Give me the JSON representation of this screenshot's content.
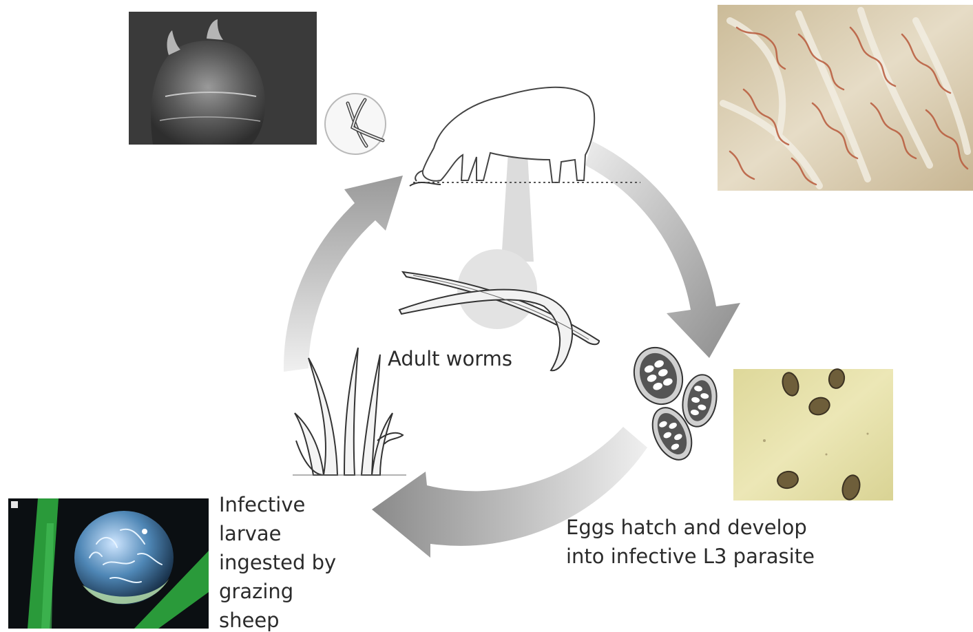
{
  "labels": {
    "adult_worms": "Adult worms",
    "eggs_hatch": "Eggs hatch and develop\ninto infective L3 parasite",
    "infective_larvae": "Infective\nlarvae\ningested by\ngrazing\nsheep"
  },
  "colors": {
    "arrow_gradient_light": "#e9e9e9",
    "arrow_gradient_dark": "#8a8a8a",
    "sem_photo_bg": "#3c3c3c",
    "abomasum_photo_base": "#d8c9a8",
    "abomasum_worm_color": "#b85a3c",
    "egg_micrograph_bg": "#e2dda0",
    "larvae_photo_bg": "#0b0f12",
    "larvae_grass_green": "#2a9a3a",
    "larvae_droplet_blue": "#7fb0d8"
  },
  "icons": {
    "sem_photo": "sem-worm-head-photo",
    "abomasum_photo": "worms-in-abomasum-photo",
    "egg_photo": "egg-micrograph-photo",
    "larvae_photo": "larvae-on-grass-photo",
    "sheep": "grazing-sheep-icon",
    "worms": "adult-worms-icon",
    "eggs": "eggs-icon",
    "grass": "grass-larvae-icon",
    "larva_circle": "larva-in-circle-icon"
  }
}
